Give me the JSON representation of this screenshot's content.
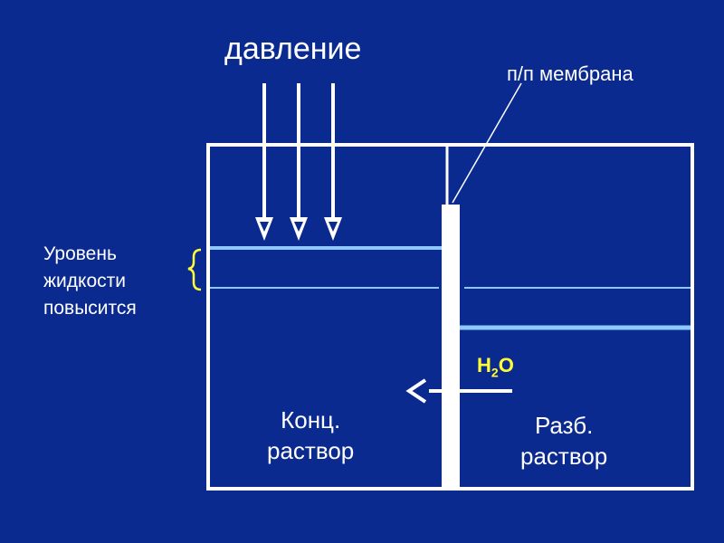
{
  "labels": {
    "pressure": "давление",
    "membrane": "п/п мембрана",
    "level_line1": "Уровень",
    "level_line2": "жидкости",
    "level_line3": "повысится",
    "conc_line1": "Конц.",
    "conc_line2": "раствор",
    "dil_line1": "Разб.",
    "dil_line2": "раствор",
    "water_h": "H",
    "water_sub": "2",
    "water_o": "O"
  },
  "colors": {
    "background": "#0b2a8f",
    "outline": "#ffffff",
    "liquid_level": "#8fc8ff",
    "water_label": "#ffff33",
    "bracket": "#ffff33"
  },
  "icons": {
    "pressure_arrows": "down-arrow-icon",
    "flow_arrow": "left-arrow-icon",
    "bracket": "curly-brace-icon"
  }
}
